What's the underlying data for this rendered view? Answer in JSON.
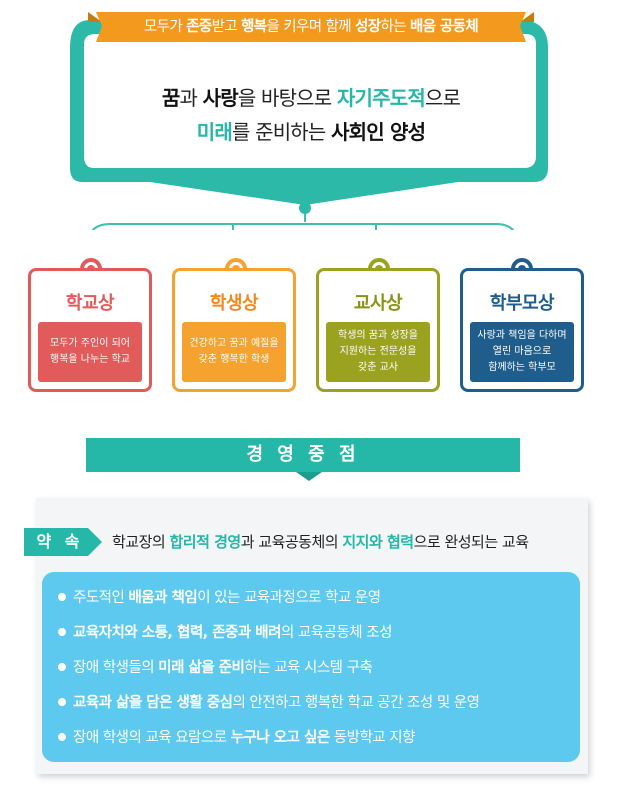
{
  "vision": {
    "motto": {
      "p1": "모두가 ",
      "b1": "존중",
      "p2": "받고 ",
      "b2": "행복",
      "p3": "을 키우며 함께 ",
      "b3": "성장",
      "p4": "하는 ",
      "b4": "배움 공동체"
    },
    "line1": {
      "a": "꿈",
      "b": "과 ",
      "c": "사랑",
      "d": "을 바탕으로 ",
      "e": "자기주도적",
      "f": "으로"
    },
    "line2": {
      "a": "미래",
      "b": "를 준비하는 ",
      "c": "사회인 양성"
    }
  },
  "cards": [
    {
      "title": "학교상",
      "lines": [
        "모두가 주인이 되어",
        "행복을 나누는 학교"
      ],
      "color": "#e15b5b"
    },
    {
      "title": "학생상",
      "lines": [
        "건강하고 꿈과 예절을",
        "갖춘 행복한 학생"
      ],
      "color": "#f5a22e"
    },
    {
      "title": "교사상",
      "lines": [
        "학생의 꿈과 성장을",
        "지원하는 전문성을",
        "갖춘 교사"
      ],
      "color": "#9aa21f"
    },
    {
      "title": "학부모상",
      "lines": [
        "사랑과 책임을 다하며",
        "열린 마음으로",
        "함께하는 학부모"
      ],
      "color": "#1f5e8c"
    }
  ],
  "focus": {
    "title": "경 영 중 점",
    "promise_label": "약 속",
    "promise": {
      "a": "학교장의 ",
      "b": "합리적 경영",
      "c": "과 교육공동체의 ",
      "d": "지지와 협력",
      "e": "으로 완성되는 교육"
    },
    "items": [
      {
        "a": "주도적인 ",
        "b": "배움과 책임",
        "c": "이 있는 교육과정으로 학교 운영",
        "d": "",
        "e": ""
      },
      {
        "a": "",
        "b": "교육자치와 소통, 협력, 존중과 배려",
        "c": "의 교육공동체 조성",
        "d": "",
        "e": ""
      },
      {
        "a": "장애 학생들의 ",
        "b": "미래 삶을 준비",
        "c": "하는 교육 시스템 구축",
        "d": "",
        "e": ""
      },
      {
        "a": "",
        "b": "교육과 삶을 담은 생활 중심",
        "c": "의 안전하고 행복한 학교 공간 조성 및 운영",
        "d": "",
        "e": ""
      },
      {
        "a": "장애 학생의 교육 요람으로 ",
        "b": "누구나 오고 싶은",
        "c": " 동방학교 지향",
        "d": "",
        "e": ""
      }
    ]
  },
  "colors": {
    "teal": "#25b8a8",
    "ribbon": "#f39a1e",
    "list_bg": "#5ec9ee"
  }
}
